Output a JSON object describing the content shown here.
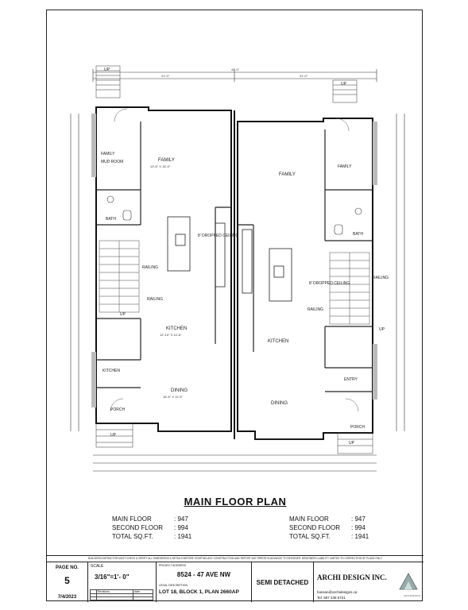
{
  "plan": {
    "title": "MAIN FLOOR PLAN",
    "rooms_left": {
      "family": "FAMILY",
      "mud_room": "MUD ROOM",
      "bath": "BATH",
      "railing": "RAILING",
      "dropped_ceiling": "8' DROPPED CEILING",
      "up": "UP",
      "kitchen": "KITCHEN",
      "dining": "DINING",
      "kitchen_entry": "KITCHEN",
      "porch": "PORCH"
    },
    "rooms_right": {
      "family": "FAMILY",
      "bath": "BATH",
      "railing": "RAILING",
      "dropped_ceiling": "8' DROPPED CEILING",
      "up": "UP",
      "kitchen": "KITCHEN",
      "dining": "DINING",
      "entry": "ENTRY",
      "porch": "PORCH"
    },
    "dims": {
      "overall": "42'-0\"",
      "half_left": "21'-0\"",
      "half_right": "21'-0\"",
      "family_size": "13'-6\" X 15'-0\"",
      "kitchen_size": "12'-10\" X 14'-6\"",
      "dining_size": "16'-6\" X 11'-6\""
    }
  },
  "areas": {
    "left": [
      {
        "label": "MAIN FLOOR",
        "value": ": 947"
      },
      {
        "label": "SECOND FLOOR",
        "value": ": 994"
      },
      {
        "label": "TOTAL SQ.FT.",
        "value": ": 1941"
      }
    ],
    "right": [
      {
        "label": "MAIN FLOOR",
        "value": ": 947"
      },
      {
        "label": "SECOND FLOOR",
        "value": ": 994"
      },
      {
        "label": "TOTAL SQ.FT.",
        "value": ": 1941"
      }
    ]
  },
  "disclaimer": "BUILDER/CONTRACTOR MUST CHECK & VERIFY ALL DIMENSIONS & DETAILS BEFORE STARTING ANY CONSTRUCTION AND REPORT ANY ERROR IN ADVANCE TO DESIGNER. DESIGNERS LIABILITY LIMITED TO CORRECTION OF PLANS ONLY",
  "titleblock": {
    "page_label": "PAGE NO.",
    "page_no": "5",
    "date": "7/4/2023",
    "scale_label": "SCALE",
    "scale": "3/16\"=1'- 0\"",
    "revisions_label": "Revisions",
    "date_col": "date",
    "project_label": "PROJECT ADDRESS",
    "address": "8524 - 47 AVE NW",
    "legal_label": "LEGAL DESCRIPTION",
    "legal": "LOT 18, BLOCK 1, PLAN 2660AP",
    "type": "SEMI DETACHED",
    "firm": "ARCHI DESIGN INC.",
    "email": "hassan@archidesigns.ca",
    "tel": "Tel: 587 438 5721",
    "logo_text": "ARCHIDESIGN"
  }
}
